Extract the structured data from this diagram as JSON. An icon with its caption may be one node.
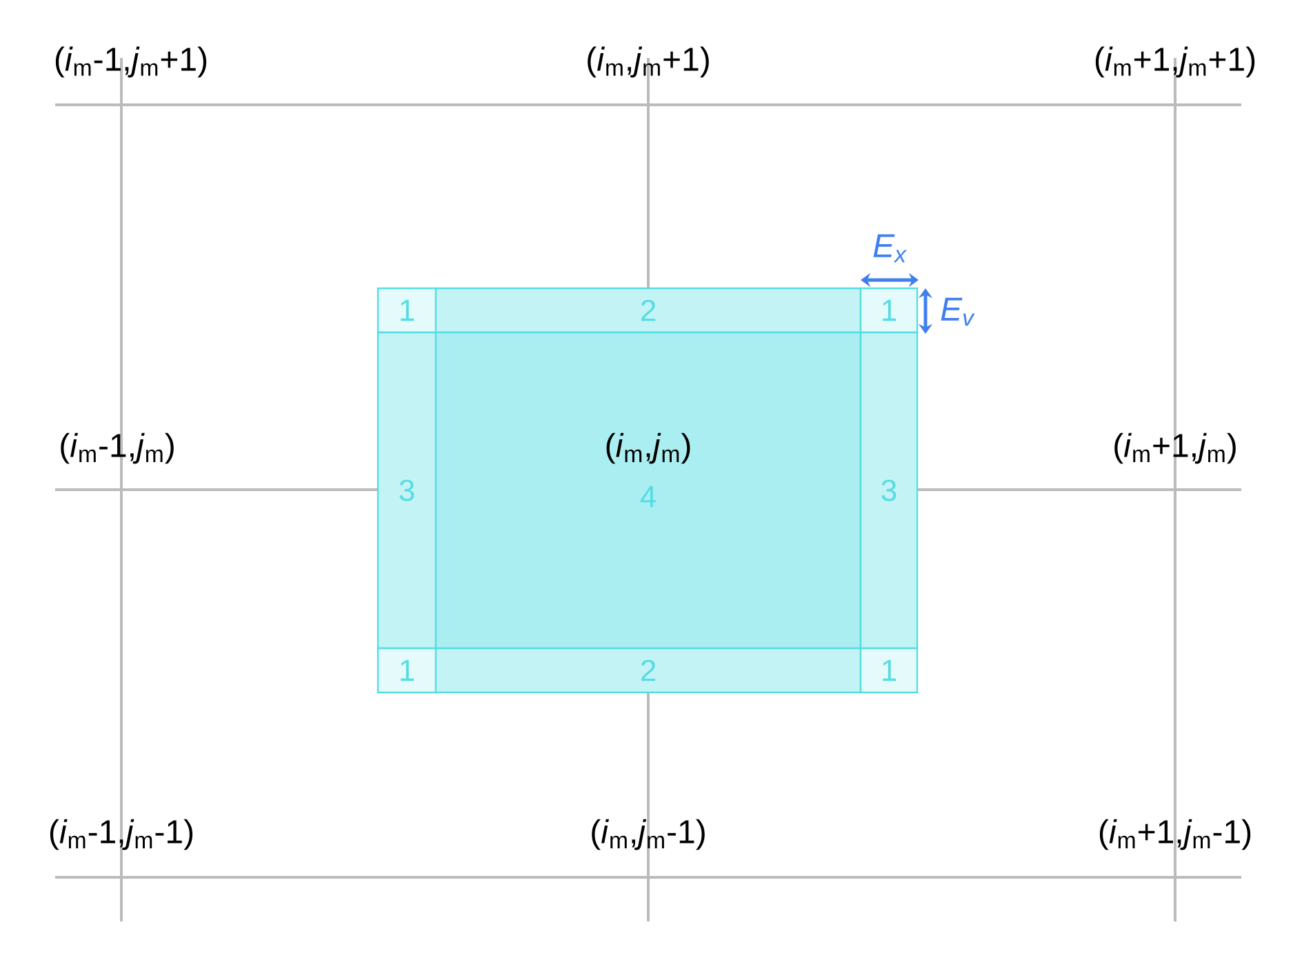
{
  "diagram": {
    "nodes": [
      {
        "text": [
          "1"
        ]
      },
      {
        "text": [
          "2"
        ]
      },
      {
        "text": [
          "1"
        ]
      },
      {
        "text": [
          "3"
        ]
      },
      {
        "text": [
          "4"
        ]
      },
      {
        "text": [
          "3"
        ]
      },
      {
        "text": [
          "1"
        ]
      },
      {
        "text": [
          "2"
        ]
      },
      {
        "text": [
          "1"
        ]
      }
    ],
    "labels": [
      "(*i*$_{m}$-1,*j*$_{m}$+1)",
      "(*i*$_{m}$,*j*$_{m}$+1)",
      "(*i*$_{m}$+1,*j*$_{m}$+1)",
      "(*i*$_{m}$-1,*j*$_{m}$)",
      "(*i*$_{m}$,*j*$_{m}$)",
      "(*i*$_{m}$+1,*j*$_{m}$)",
      "(*i*$_{m}$-1,*j*$_{m}$-1)",
      "(*i*$_{m}$,*j*$_{m}$-1)",
      "(*i*$_{m}$+1,*j*$_{m}$-1)",
      "E$_{x}$",
      "E$_{v}$"
    ]
  }
}
